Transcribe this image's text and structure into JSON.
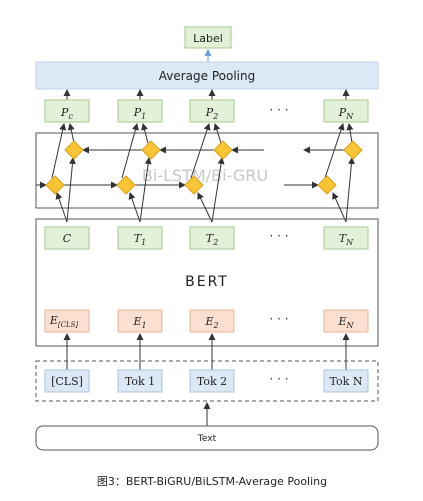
{
  "label": "Label",
  "average_pooling": "Average Pooling",
  "pooled_outputs": [
    {
      "base": "P",
      "sub": "c"
    },
    {
      "base": "P",
      "sub": "1"
    },
    {
      "base": "P",
      "sub": "2"
    },
    {
      "base": "P",
      "sub": "N"
    }
  ],
  "rnn_layer_label": "Bi-LSTM/Bi-GRU",
  "bert_outputs": [
    {
      "base": "C",
      "sub": ""
    },
    {
      "base": "T",
      "sub": "1"
    },
    {
      "base": "T",
      "sub": "2"
    },
    {
      "base": "T",
      "sub": "N"
    }
  ],
  "bert_label": "BERT",
  "embeddings": [
    {
      "base": "E",
      "sub": "[CLS]"
    },
    {
      "base": "E",
      "sub": "1"
    },
    {
      "base": "E",
      "sub": "2"
    },
    {
      "base": "E",
      "sub": "N"
    }
  ],
  "tokens": [
    "[CLS]",
    "Tok 1",
    "Tok 2",
    "Tok N"
  ],
  "ellipsis": "· · ·",
  "text_input": "Text",
  "caption": "图3：BERT-BiGRU/BiLSTM-Average Pooling"
}
